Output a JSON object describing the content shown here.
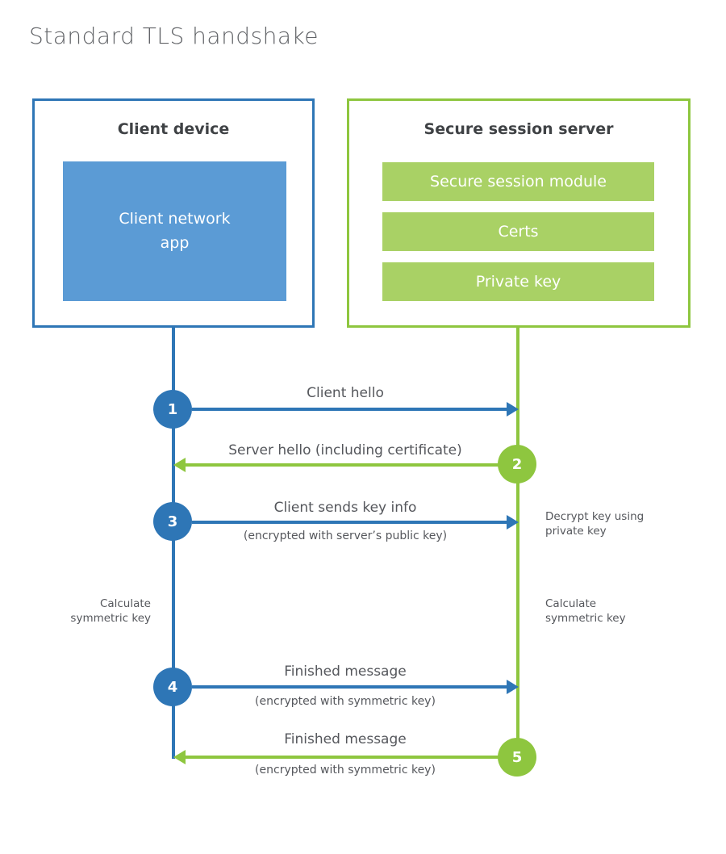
{
  "title": "Standard TLS handshake",
  "colors": {
    "client_blue": "#2e76b6",
    "client_fill": "#5b9bd5",
    "server_green": "#8ec63f",
    "server_fill": "#a9d165",
    "title_text": "#616367",
    "heading_text": "#3f4245",
    "label_text": "#55575c"
  },
  "client": {
    "title": "Client device",
    "app_label": "Client network app"
  },
  "server": {
    "title": "Secure session server",
    "modules": [
      "Secure session module",
      "Certs",
      "Private key"
    ]
  },
  "steps": [
    {
      "number": "1",
      "actor": "client",
      "direction": "right",
      "label": "Client hello"
    },
    {
      "number": "2",
      "actor": "server",
      "direction": "left",
      "label": "Server hello (including certificate)"
    },
    {
      "number": "3",
      "actor": "client",
      "direction": "right",
      "label": "Client sends key info",
      "sublabel": "(encrypted with server’s public key)"
    },
    {
      "number": "4",
      "actor": "client",
      "direction": "right",
      "label": "Finished message",
      "sublabel": "(encrypted with symmetric key)"
    },
    {
      "number": "5",
      "actor": "server",
      "direction": "left",
      "label": "Finished message",
      "sublabel": "(encrypted with symmetric key)"
    }
  ],
  "notes": {
    "decrypt": "Decrypt key using private key",
    "calc_left": "Calculate symmetric key",
    "calc_right": "Calculate symmetric key"
  }
}
